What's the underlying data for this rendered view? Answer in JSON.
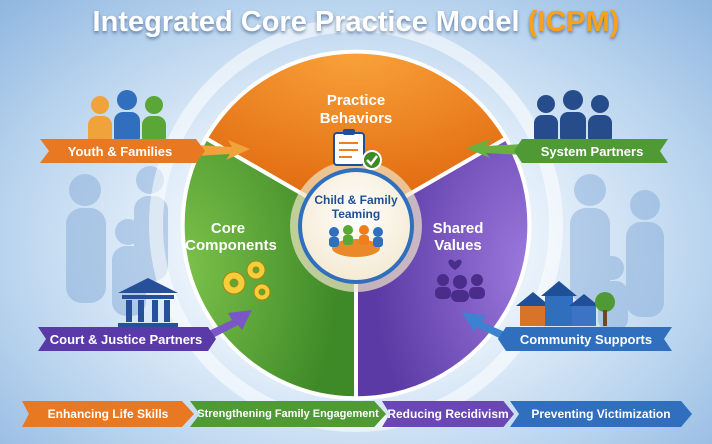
{
  "title": {
    "main": "Integrated Core Practice Model",
    "acronym": "(ICPM)"
  },
  "center": {
    "line1": "Child & Family",
    "line2": "Teaming"
  },
  "segments": {
    "practice_behaviors": {
      "line1": "Practice",
      "line2": "Behaviors",
      "color": "#ef7f1a",
      "icon": "clipboard-check-icon"
    },
    "core_components": {
      "line1": "Core",
      "line2": "Components",
      "color": "#5aa636",
      "icon": "gears-icon"
    },
    "shared_values": {
      "line1": "Shared",
      "line2": "Values",
      "color": "#7b56c6",
      "icon": "hearts-people-icon"
    }
  },
  "partners": {
    "youth_families": "Youth & Families",
    "system_partners": "System Partners",
    "court_justice": "Court & Justice Partners",
    "community_supports": "Community Supports"
  },
  "outcomes": [
    "Enhancing Life Skills",
    "Strengthening Family Engagement",
    "Reducing Recidivism",
    "Preventing Victimization"
  ],
  "colors": {
    "orange": "#ef7f1a",
    "green": "#5aa636",
    "purple": "#7b56c6",
    "blue": "#2f6fbe",
    "title_accent": "#f6a21c"
  }
}
